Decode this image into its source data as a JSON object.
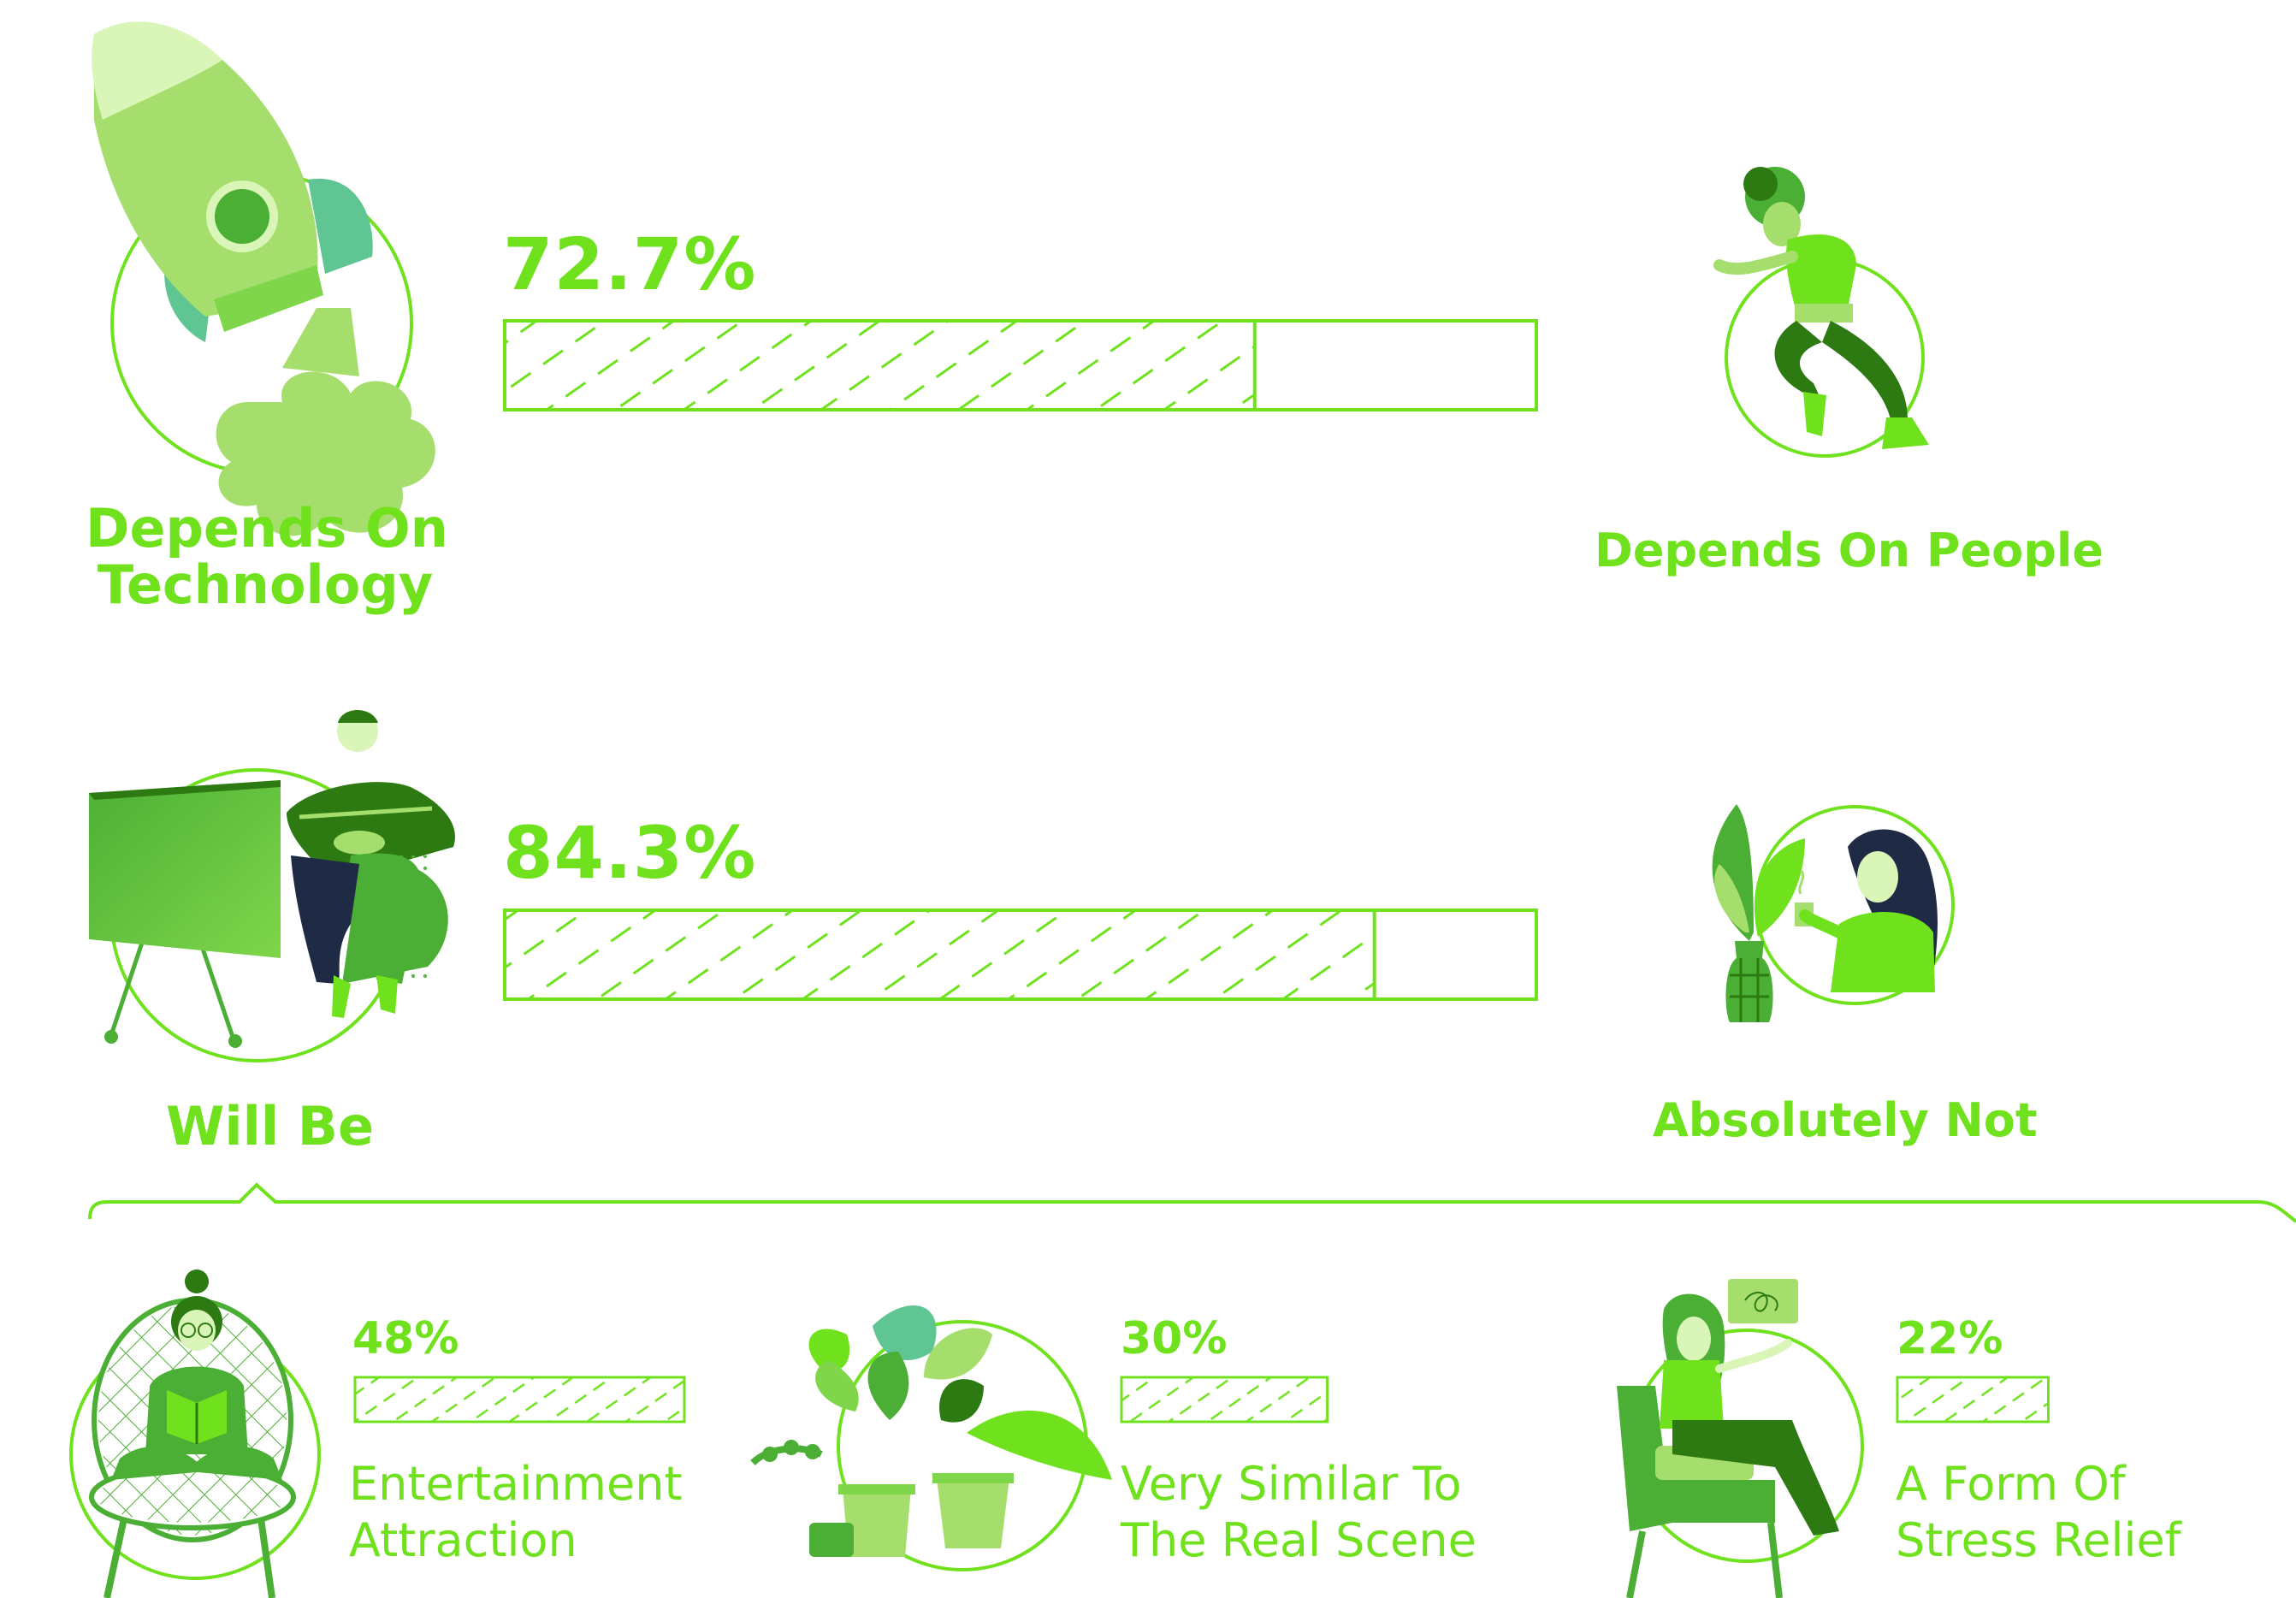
{
  "colors": {
    "accent": "#6fe21d",
    "light_green": "#a6de6e",
    "mid_green": "#4caf35",
    "dark_green": "#2d7a12",
    "teal": "#5fc593",
    "navy": "#1f2a44"
  },
  "chart_data": [
    {
      "type": "bar",
      "categories": [
        "Depends On Technology",
        "Depends On People"
      ],
      "values": [
        72.7,
        27.3
      ],
      "value_label": "72.7%",
      "ylim": [
        0,
        100
      ]
    },
    {
      "type": "bar",
      "categories": [
        "Will Be",
        "Absolutely Not"
      ],
      "values": [
        84.3,
        15.7
      ],
      "value_label": "84.3%",
      "ylim": [
        0,
        100
      ]
    },
    {
      "type": "bar",
      "categories": [
        "Entertainment Attraction",
        "Very Similar To The Real Scene",
        "A Form Of Stress Relief"
      ],
      "values": [
        48,
        30,
        22
      ],
      "value_labels": [
        "48%",
        "30%",
        "22%"
      ],
      "ylim": [
        0,
        100
      ]
    }
  ],
  "labels": {
    "tech_line1": "Depends On",
    "tech_line2": "Technology",
    "people": "Depends On People",
    "will_be": "Will Be",
    "absolutely_not": "Absolutely Not",
    "ent_line1": "Entertainment",
    "ent_line2": "Attraction",
    "sim_line1": "Very Similar To",
    "sim_line2": "The Real Scene",
    "stress_line1": "A Form Of",
    "stress_line2": "Stress Relief"
  },
  "icons": {
    "rocket": "rocket-icon",
    "running_person": "running-person-icon",
    "gamer": "gamer-tv-icon",
    "woman_coffee": "woman-coffee-plant-icon",
    "reading": "reading-woman-icon",
    "plants": "potted-plants-icon",
    "stressed": "stressed-woman-icon"
  }
}
